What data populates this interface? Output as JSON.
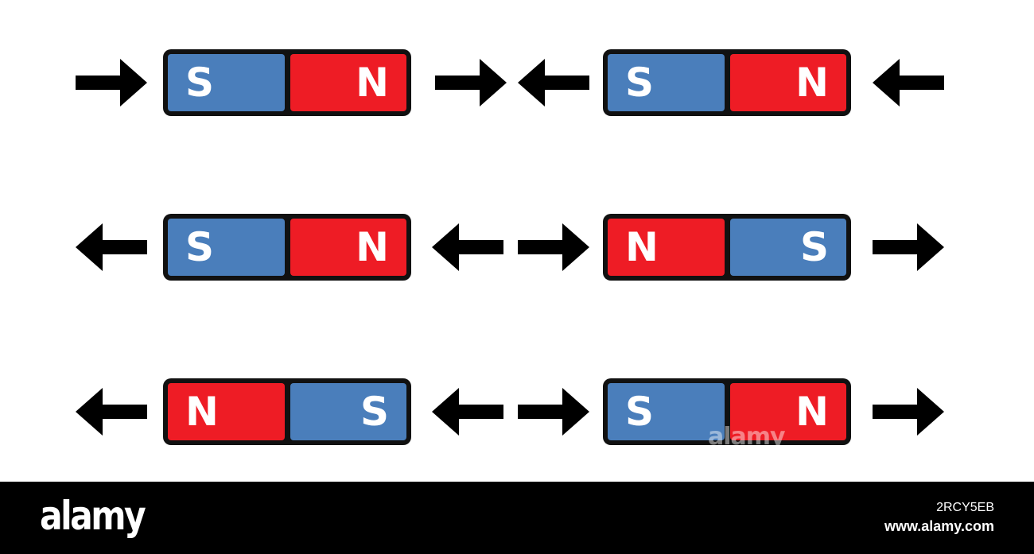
{
  "colors": {
    "north": "#ee1c25",
    "south": "#4a7ebb",
    "frame": "#111111",
    "arrow": "#000000"
  },
  "rows": [
    {
      "magnets": [
        {
          "left_pole": "S",
          "right_pole": "N"
        },
        {
          "left_pole": "S",
          "right_pole": "N"
        }
      ],
      "arrows": [
        "right",
        "right",
        "left",
        "left"
      ]
    },
    {
      "magnets": [
        {
          "left_pole": "S",
          "right_pole": "N"
        },
        {
          "left_pole": "N",
          "right_pole": "S"
        }
      ],
      "arrows": [
        "left",
        "left",
        "right",
        "right"
      ]
    },
    {
      "magnets": [
        {
          "left_pole": "N",
          "right_pole": "S"
        },
        {
          "left_pole": "S",
          "right_pole": "N"
        }
      ],
      "arrows": [
        "left",
        "left",
        "right",
        "right"
      ]
    }
  ],
  "watermark": {
    "text": "alamy"
  },
  "footer": {
    "brand": "alamy",
    "image_id": "2RCY5EB",
    "url": "www.alamy.com"
  }
}
